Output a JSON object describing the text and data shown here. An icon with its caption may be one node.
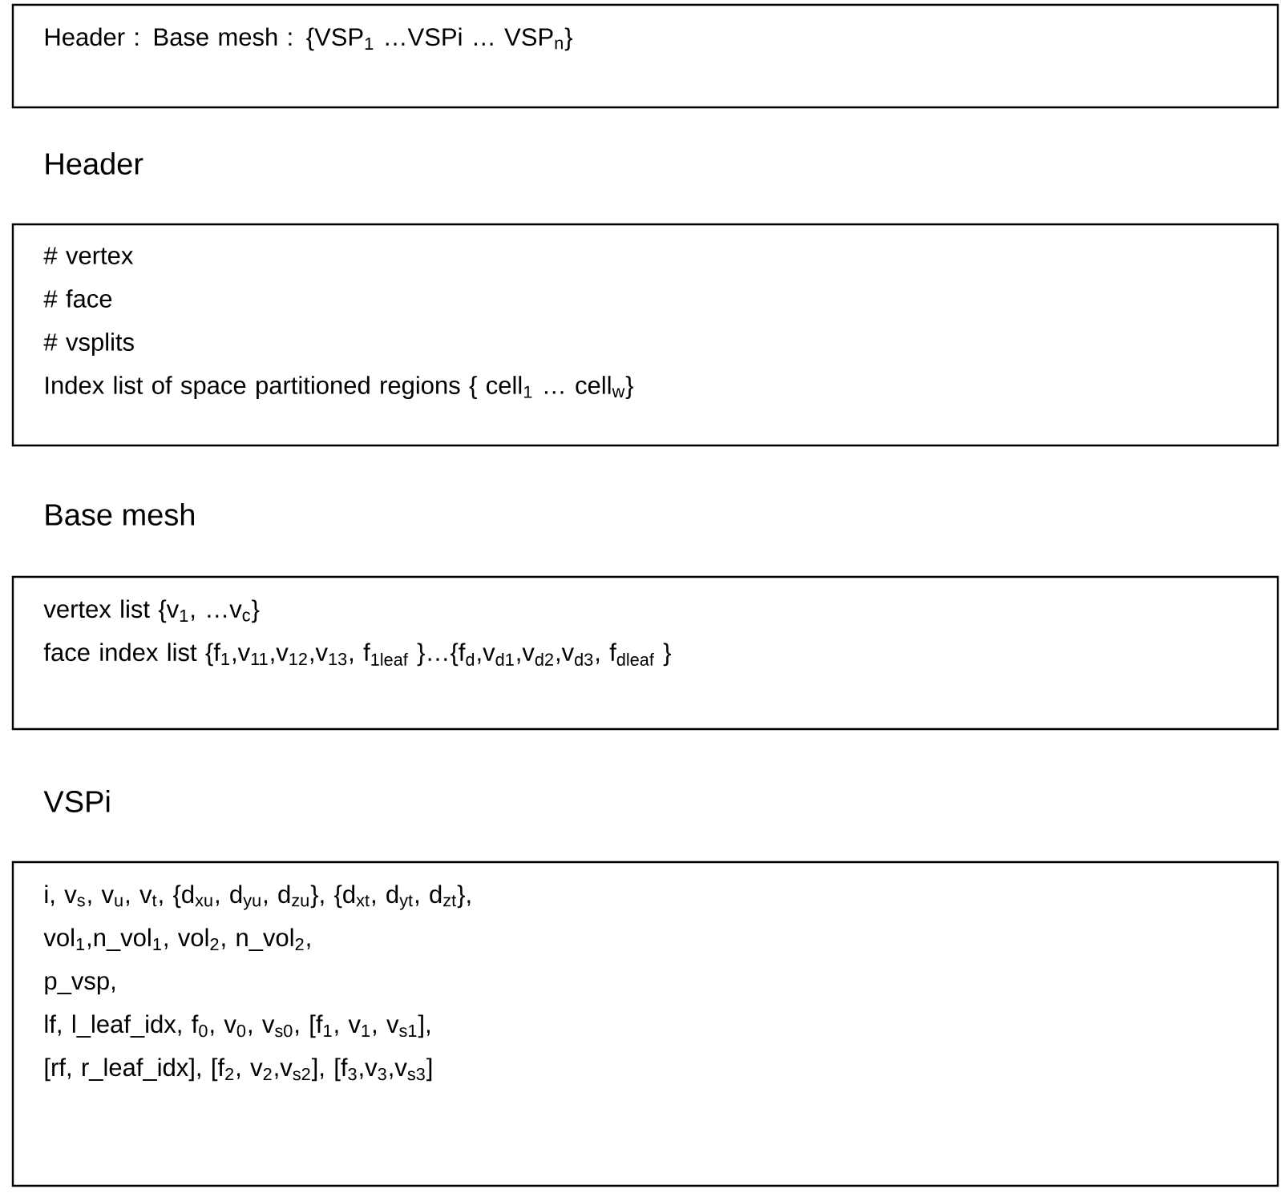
{
  "diagram": {
    "nodes": [
      {
        "text": [
          "Header : Base mesh : {VSP$_{1}$ …VSPi … VSP$_{n}$}"
        ]
      },
      {
        "text": [
          "Header",
          "# vertex",
          "# face",
          "# vsplits",
          "Index list of space partitioned regions { cell$_{1}$ … cell$_{w}$}"
        ]
      },
      {
        "text": [
          "Base mesh",
          "vertex list {v$_{1}$, …v$_{c}$}",
          "face index list {f$_{1}$,v$_{11}$,v$_{12}$,v$_{13}$, f$_{1leaf}$ }…{f$_{d}$,v$_{d1}$,v$_{d2}$,v$_{d3}$, f$_{dleaf}$ }"
        ]
      },
      {
        "text": [
          "VSPi",
          "i, v$_{s}$, v$_{u}$, v$_{t}$, {d$_{xu}$, d$_{yu}$, d$_{zu}$}, {d$_{xt}$, d$_{yt}$, d$_{zt}$},",
          "vol$_{1}$,n_vol$_{1}$, vol$_{2}$, n_vol$_{2}$,",
          "p_vsp,",
          "lf, l_leaf_idx, f$_{0}$, v$_{0}$, v$_{s0}$, [f$_{1}$, v$_{1}$, v$_{s1}$],",
          "[rf, r_leaf_idx], [f$_{2}$, v$_{2}$,v$_{s2}$], [f$_{3}$,v$_{3}$,v$_{s3}$]"
        ]
      }
    ]
  }
}
